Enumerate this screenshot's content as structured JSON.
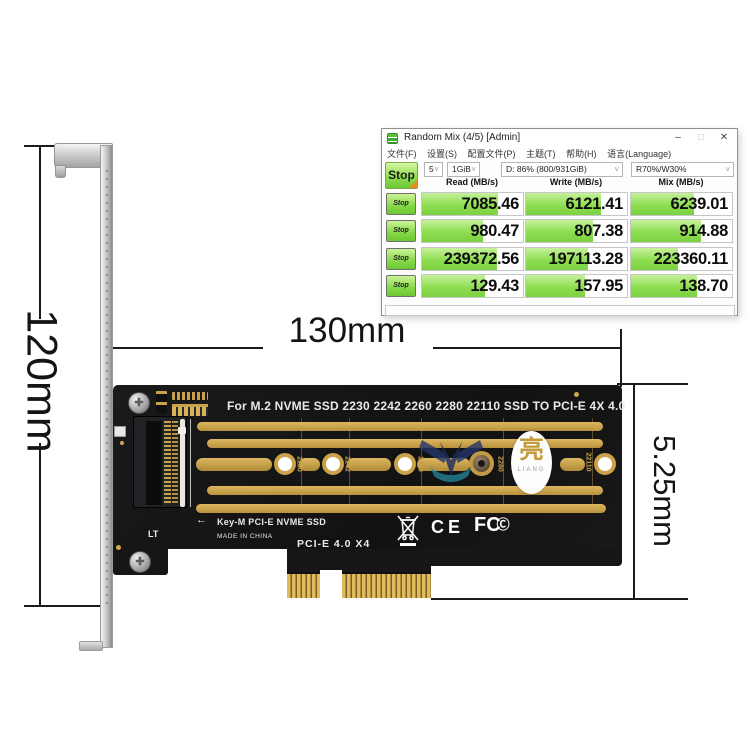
{
  "benchmark_window": {
    "title": "Random Mix (4/5) [Admin]",
    "controls": {
      "minimize": "–",
      "maximize": "□",
      "close": "✕"
    },
    "menu_items": [
      "文件(F)",
      "设置(S)",
      "配置文件(P)",
      "主题(T)",
      "帮助(H)",
      "语言(Language)"
    ],
    "stop_button_label": "Stop",
    "combos": [
      {
        "value": "5"
      },
      {
        "value": "1GiB"
      },
      {
        "value": "D: 86% (800/931GiB)"
      },
      {
        "value": "R70%/W30%"
      }
    ],
    "columns": [
      "Read (MB/s)",
      "Write (MB/s)",
      "Mix (MB/s)"
    ],
    "rows": [
      {
        "button": "Stop",
        "read": "7085.46",
        "write": "6121.41",
        "mix": "6239.01",
        "fills": [
          75,
          74,
          62
        ]
      },
      {
        "button": "Stop",
        "read": "980.47",
        "write": "807.38",
        "mix": "914.88",
        "fills": [
          60,
          66,
          69
        ]
      },
      {
        "button": "Stop",
        "read": "239372.56",
        "write": "197113.28",
        "mix": "223360.11",
        "fills": [
          74,
          61,
          47
        ]
      },
      {
        "button": "Stop",
        "read": "129.43",
        "write": "157.95",
        "mix": "138.70",
        "fills": [
          62,
          58,
          65
        ]
      }
    ],
    "status_text": "",
    "colors": {
      "green_light": "#c6f29b",
      "green": "#7bd23f",
      "stop_corner_orange": "#f08a1d"
    }
  },
  "dimensions": {
    "height_label": "120mm",
    "width_label": "130mm",
    "thickness_label": "5.25mm"
  },
  "card": {
    "top_silkscreen": "For M.2 NVME SSD 2230 2242 2260 2280 22110 SSD TO PCI-E 4X 4.0",
    "standoff_labels": [
      "2230",
      "2242",
      "2260",
      "2280",
      "22110"
    ],
    "arrow": "←",
    "key_label": "Key-M PCI-E NVME SSD",
    "made_in": "MADE IN CHINA",
    "brand": "LT",
    "interface_label": "PCI-E 4.0  X4",
    "cert_ce": "CE",
    "cert_fcc_f": "F",
    "cert_fcc_c": "C",
    "cert_fcc_circle": "Ⓒ",
    "oval_logo": {
      "glyph": "亮",
      "text": "LIANG"
    },
    "colors": {
      "pcb": "#161616",
      "gold": "#c9a24b",
      "silkscreen": "#e9e9e9"
    }
  }
}
